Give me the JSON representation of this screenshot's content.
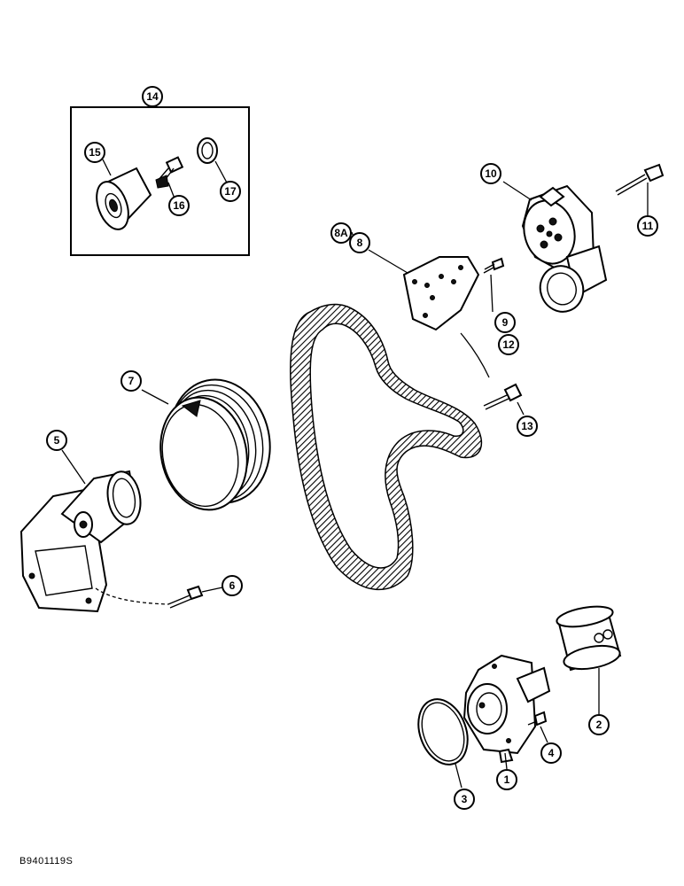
{
  "callouts": {
    "c1": "1",
    "c2": "2",
    "c3": "3",
    "c4": "4",
    "c5": "5",
    "c6": "6",
    "c7": "7",
    "c8": "8",
    "c8a": "8A",
    "c9": "9",
    "c10": "10",
    "c11": "11",
    "c12": "12",
    "c13": "13",
    "c14": "14",
    "c15": "15",
    "c16": "16",
    "c17": "17"
  },
  "figure_id": "B9401119S"
}
